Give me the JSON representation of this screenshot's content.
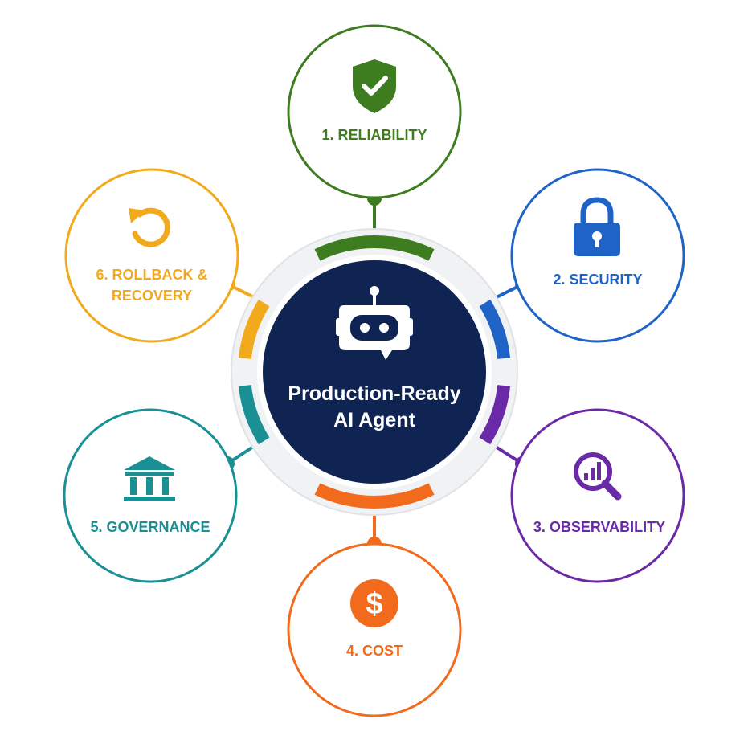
{
  "hub": {
    "title_line1": "Production-Ready",
    "title_line2": "AI Agent",
    "icon": "robot-icon",
    "fill_color": "#0f2452",
    "ring_color": "#e6e8ec"
  },
  "nodes": [
    {
      "id": "reliability",
      "label_lines": [
        "1. RELIABILITY"
      ],
      "icon": "shield-check-icon",
      "color": "#3e7d1f"
    },
    {
      "id": "security",
      "label_lines": [
        "2. SECURITY"
      ],
      "icon": "padlock-icon",
      "color": "#1f63c6"
    },
    {
      "id": "observability",
      "label_lines": [
        "3. OBSERVABILITY"
      ],
      "icon": "magnifier-chart-icon",
      "color": "#6a2aa8"
    },
    {
      "id": "cost",
      "label_lines": [
        "4. COST"
      ],
      "icon": "dollar-coin-icon",
      "color": "#f26a1b"
    },
    {
      "id": "governance",
      "label_lines": [
        "5. GOVERNANCE"
      ],
      "icon": "institution-icon",
      "color": "#1a9095"
    },
    {
      "id": "rollback",
      "label_lines": [
        "6. ROLLBACK &",
        "RECOVERY"
      ],
      "icon": "undo-arrow-icon",
      "color": "#f2aa1d"
    }
  ]
}
